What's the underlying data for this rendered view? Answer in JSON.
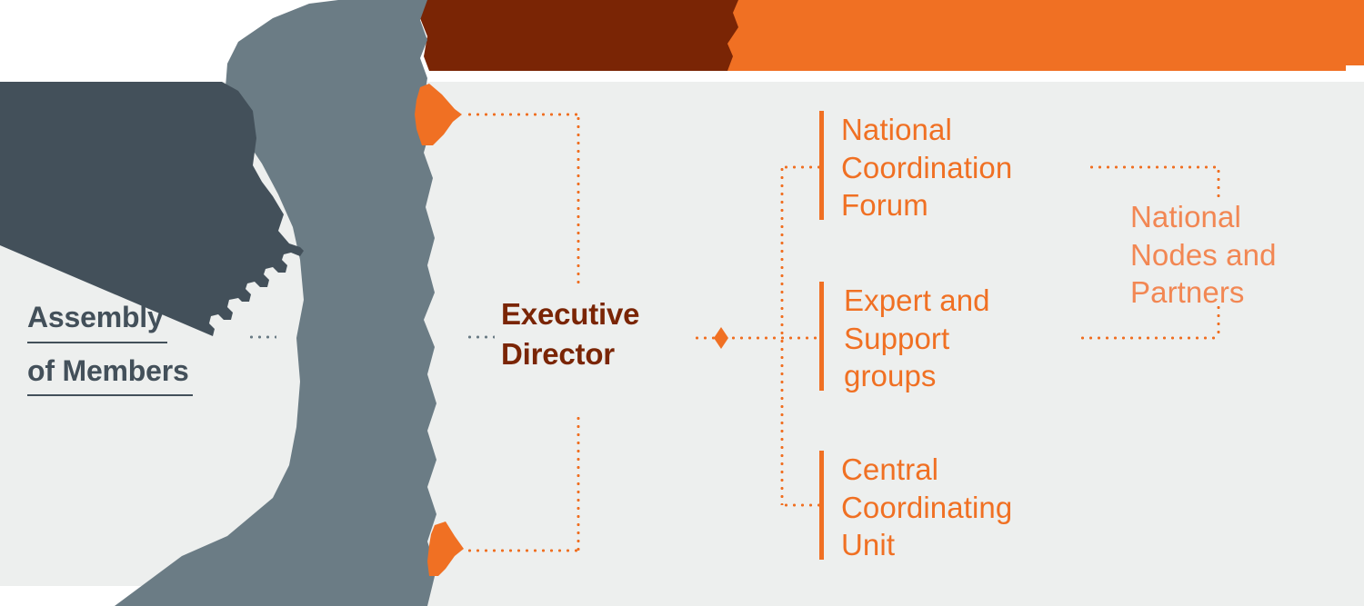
{
  "diagram": {
    "title_left": "Assembly of Members",
    "theme": {
      "orange": "#F07023",
      "orange_light": "#F28753",
      "dark_brown": "#7A2505",
      "slate_dark": "#43505A",
      "slate_mid": "#6B7C85",
      "panel_bg": "#EDEFEE",
      "page_bg": "#FFFFFF"
    },
    "nodes": {
      "assembly": {
        "line1": "Assembly ",
        "line2": "of Members"
      },
      "executive_director": {
        "line1": "Executive",
        "line2": "Director"
      },
      "branches": [
        {
          "id": "national-coordination-forum",
          "line1": "National",
          "line2": "Coordination",
          "line3": "Forum"
        },
        {
          "id": "expert-and-support-groups",
          "line1": "Expert and",
          "line2": "Support",
          "line3": "groups"
        },
        {
          "id": "central-coordinating-unit",
          "line1": "Central",
          "line2": "Coordinating",
          "line3": "Unit"
        }
      ],
      "national_nodes": {
        "line1": "National",
        "line2": "Nodes and",
        "line3": "Partners"
      }
    },
    "connectors": {
      "assembly_to_director": "gray-dotted-link",
      "director_to_branches": "orange-dotted-trunk",
      "branches_to_nodes": "orange-dotted-bracket",
      "junction_marker": "orange-diamond",
      "chevron_top": "orange-chevron-right",
      "chevron_bottom": "orange-chevron-right"
    }
  }
}
